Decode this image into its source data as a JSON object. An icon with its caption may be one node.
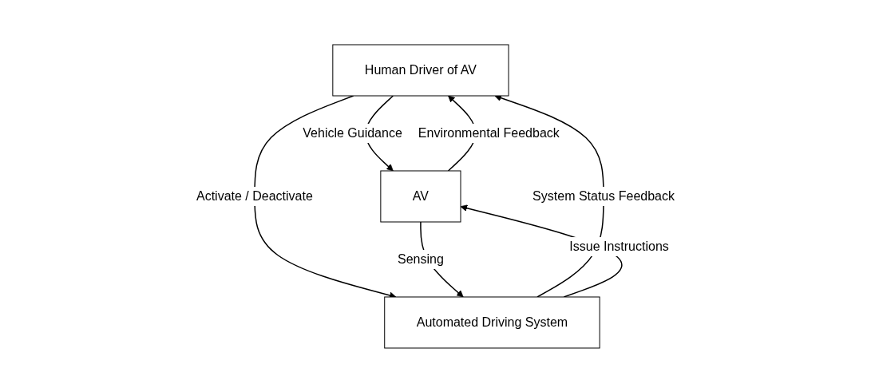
{
  "diagram": {
    "nodes": [
      {
        "text": [
          "Human Driver of AV"
        ]
      },
      {
        "text": [
          "Automated Driving System"
        ]
      },
      {
        "text": [
          "AV"
        ]
      }
    ],
    "edges": [
      {
        "from": 0,
        "to": 2,
        "arrow": "to",
        "label": "Vehicle Guidance"
      },
      {
        "from": 0,
        "to": 1,
        "arrow": "to",
        "label": "Activate / Deactivate"
      },
      {
        "from": 1,
        "to": 0,
        "arrow": "to",
        "label": "System Status Feedback"
      },
      {
        "from": 2,
        "to": 0,
        "arrow": "to",
        "label": "Environmental Feedback"
      },
      {
        "from": 1,
        "to": 2,
        "arrow": "to",
        "label": "Issue Instructions"
      },
      {
        "from": 2,
        "to": 1,
        "arrow": "to",
        "label": "Sensing"
      }
    ]
  }
}
